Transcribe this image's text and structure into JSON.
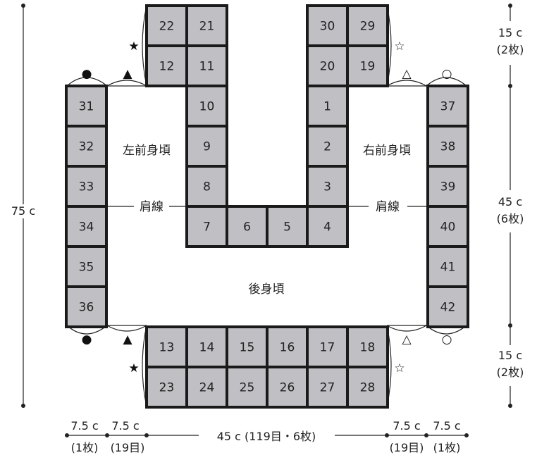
{
  "squares": [
    {
      "n": "22",
      "c": 0,
      "r": 0
    },
    {
      "n": "21",
      "c": 1,
      "r": 0
    },
    {
      "n": "30",
      "c": 4,
      "r": 0
    },
    {
      "n": "29",
      "c": 5,
      "r": 0
    },
    {
      "n": "12",
      "c": 0,
      "r": 1
    },
    {
      "n": "11",
      "c": 1,
      "r": 1
    },
    {
      "n": "20",
      "c": 4,
      "r": 1
    },
    {
      "n": "19",
      "c": 5,
      "r": 1
    },
    {
      "n": "10",
      "c": 1,
      "r": 2
    },
    {
      "n": "1",
      "c": 4,
      "r": 2
    },
    {
      "n": "9",
      "c": 1,
      "r": 3
    },
    {
      "n": "2",
      "c": 4,
      "r": 3
    },
    {
      "n": "8",
      "c": 1,
      "r": 4
    },
    {
      "n": "3",
      "c": 4,
      "r": 4
    },
    {
      "n": "7",
      "c": 1,
      "r": 5
    },
    {
      "n": "6",
      "c": 2,
      "r": 5
    },
    {
      "n": "5",
      "c": 3,
      "r": 5
    },
    {
      "n": "4",
      "c": 4,
      "r": 5
    },
    {
      "n": "31",
      "c": -2,
      "r": 2
    },
    {
      "n": "32",
      "c": -2,
      "r": 3
    },
    {
      "n": "33",
      "c": -2,
      "r": 4
    },
    {
      "n": "34",
      "c": -2,
      "r": 5
    },
    {
      "n": "35",
      "c": -2,
      "r": 6
    },
    {
      "n": "36",
      "c": -2,
      "r": 7
    },
    {
      "n": "37",
      "c": 7,
      "r": 2
    },
    {
      "n": "38",
      "c": 7,
      "r": 3
    },
    {
      "n": "39",
      "c": 7,
      "r": 4
    },
    {
      "n": "40",
      "c": 7,
      "r": 5
    },
    {
      "n": "41",
      "c": 7,
      "r": 6
    },
    {
      "n": "42",
      "c": 7,
      "r": 7
    },
    {
      "n": "13",
      "c": 0,
      "r": 8
    },
    {
      "n": "14",
      "c": 1,
      "r": 8
    },
    {
      "n": "15",
      "c": 2,
      "r": 8
    },
    {
      "n": "16",
      "c": 3,
      "r": 8
    },
    {
      "n": "17",
      "c": 4,
      "r": 8
    },
    {
      "n": "18",
      "c": 5,
      "r": 8
    },
    {
      "n": "23",
      "c": 0,
      "r": 9
    },
    {
      "n": "24",
      "c": 1,
      "r": 9
    },
    {
      "n": "25",
      "c": 2,
      "r": 9
    },
    {
      "n": "26",
      "c": 3,
      "r": 9
    },
    {
      "n": "27",
      "c": 4,
      "r": 9
    },
    {
      "n": "28",
      "c": 5,
      "r": 9
    }
  ],
  "labels": {
    "left_front": "左前身頃",
    "right_front": "右前身頃",
    "shoulder_left": "肩線",
    "shoulder_right": "肩線",
    "back": "後身頃"
  },
  "dimensions": {
    "total_height": "75 c",
    "top_height": "15 c",
    "top_count": "(2枚)",
    "mid_height": "45 c",
    "mid_count": "(6枚)",
    "bottom_height": "15 c",
    "bottom_count": "(2枚)",
    "left_outer_w": "7.5 c",
    "left_outer_count": "(1枚)",
    "left_inner_w": "7.5 c",
    "left_inner_count": "(19目)",
    "center_w": "45 c (119目・6枚)",
    "right_inner_w": "7.5 c",
    "right_inner_count": "(19目)",
    "right_outer_w": "7.5 c",
    "right_outer_count": "(1枚)"
  },
  "symbols": {
    "filled_circle": "●",
    "filled_triangle": "▲",
    "filled_star": "★",
    "open_circle": "○",
    "open_triangle": "△",
    "open_star": "☆"
  }
}
